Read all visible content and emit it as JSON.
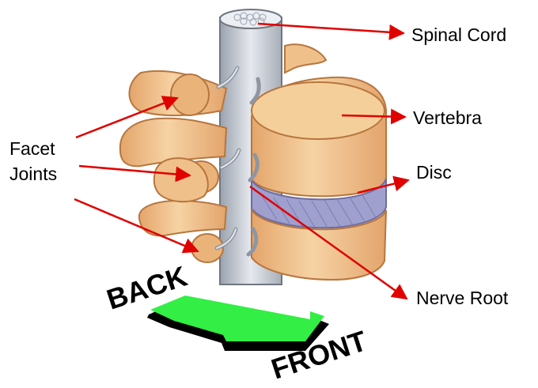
{
  "labels": {
    "spinal_cord": "Spinal Cord",
    "vertebra": "Vertebra",
    "disc": "Disc",
    "nerve_root": "Nerve Root",
    "facet_joints_line1": "Facet",
    "facet_joints_line2": "Joints"
  },
  "direction": {
    "back": "BACK",
    "front": "FRONT"
  },
  "colors": {
    "pointer": "#e00000",
    "bone": "#f2c58f",
    "bone_shadow": "#d9955a",
    "disc": "#9a9ac9",
    "cord": "#c9ced6",
    "arrow": "#33ee44"
  }
}
